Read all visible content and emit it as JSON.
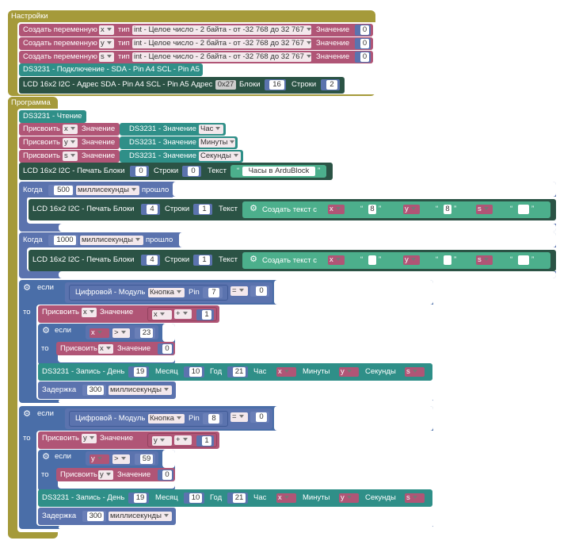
{
  "headers": {
    "setup": "Настройки",
    "program": "Программа"
  },
  "vars": {
    "create_label": "Создать переменную",
    "type_label": "тип",
    "value_label": "Значение",
    "rows": [
      {
        "name": "x",
        "type": "int - Целое число - 2 байта - от -32 768 до 32 767",
        "value": "0"
      },
      {
        "name": "y",
        "type": "int - Целое число - 2 байта - от -32 768 до 32 767",
        "value": "0"
      },
      {
        "name": "s",
        "type": "int - Целое число - 2 байта - от -32 768 до 32 767",
        "value": "0"
      }
    ]
  },
  "setup_blocks": {
    "ds_connect": "DS3231 - Подключение - SDA - Pin A4 SCL - Pin A5",
    "lcd_init_prefix": "LCD 16x2 I2C - Адрес  SDA - Pin A4 SCL - Pin A5 Адрес",
    "lcd_addr": "0x27",
    "lcd_blocks_label": "Блоки",
    "lcd_blocks": "16",
    "lcd_rows_label": "Строки",
    "lcd_rows": "2"
  },
  "program": {
    "ds_read": "DS3231 - Чтение",
    "assign_label": "Присвоить",
    "value_label": "Значение",
    "ds_value_label": "DS3231 - Значение",
    "assigns": [
      {
        "var": "x",
        "field": "Час"
      },
      {
        "var": "y",
        "field": "Минуты"
      },
      {
        "var": "s",
        "field": "Секунды"
      }
    ],
    "lcd_print": {
      "label": "LCD 16x2 I2C - Печать  Блоки",
      "blocks": "0",
      "rows_label": "Строки",
      "rows": "0",
      "text_label": "Текст",
      "text": "Часы в ArduBlock"
    },
    "when_label": "Когда",
    "past_label": "прошло",
    "ms_unit": "миллисекунды",
    "timers": [
      {
        "ms": "500",
        "blocks": "4",
        "rows": "1",
        "sep": "8",
        "concat": [
          "x",
          "y",
          "s"
        ]
      },
      {
        "ms": "1000",
        "blocks": "4",
        "rows": "1",
        "sep": "",
        "concat": [
          "x",
          "y",
          "s"
        ]
      }
    ],
    "print_short": "LCD 16x2 I2C - Печать  Блоки",
    "rows_label": "Строки",
    "text_label": "Текст",
    "create_text": "Создать текст с",
    "if_label": "если",
    "then_label": "то",
    "digital_label": "Цифровой - Модуль",
    "button_label": "Кнопка",
    "pin_label": "Pin",
    "eq": "=",
    "plus": "+",
    "gt": ">",
    "write_label": "DS3231 - Запись - День",
    "month_label": "Месяц",
    "year_label": "Год",
    "hour_label": "Час",
    "min_label": "Минуты",
    "sec_label": "Секунды",
    "delay_label": "Задержка",
    "ifs": [
      {
        "pin": "7",
        "cmp": "0",
        "var": "x",
        "inc": "1",
        "limit": "23",
        "reset": "0",
        "day": "19",
        "month": "10",
        "year": "21",
        "h": "x",
        "m": "y",
        "s": "s",
        "delay": "300"
      },
      {
        "pin": "8",
        "cmp": "0",
        "var": "y",
        "inc": "1",
        "limit": "59",
        "reset": "0",
        "day": "19",
        "month": "10",
        "year": "21",
        "h": "x",
        "m": "y",
        "s": "s",
        "delay": "300"
      }
    ]
  },
  "colors": {
    "header": "#a59a3a",
    "var": "#b05576",
    "setup_teal": "#2f8f88",
    "lcd_dark": "#2b5345",
    "concat": "#4caf8c",
    "logic": "#4a6ea8",
    "math": "#5b73ae",
    "text_field": "#cccccc"
  }
}
